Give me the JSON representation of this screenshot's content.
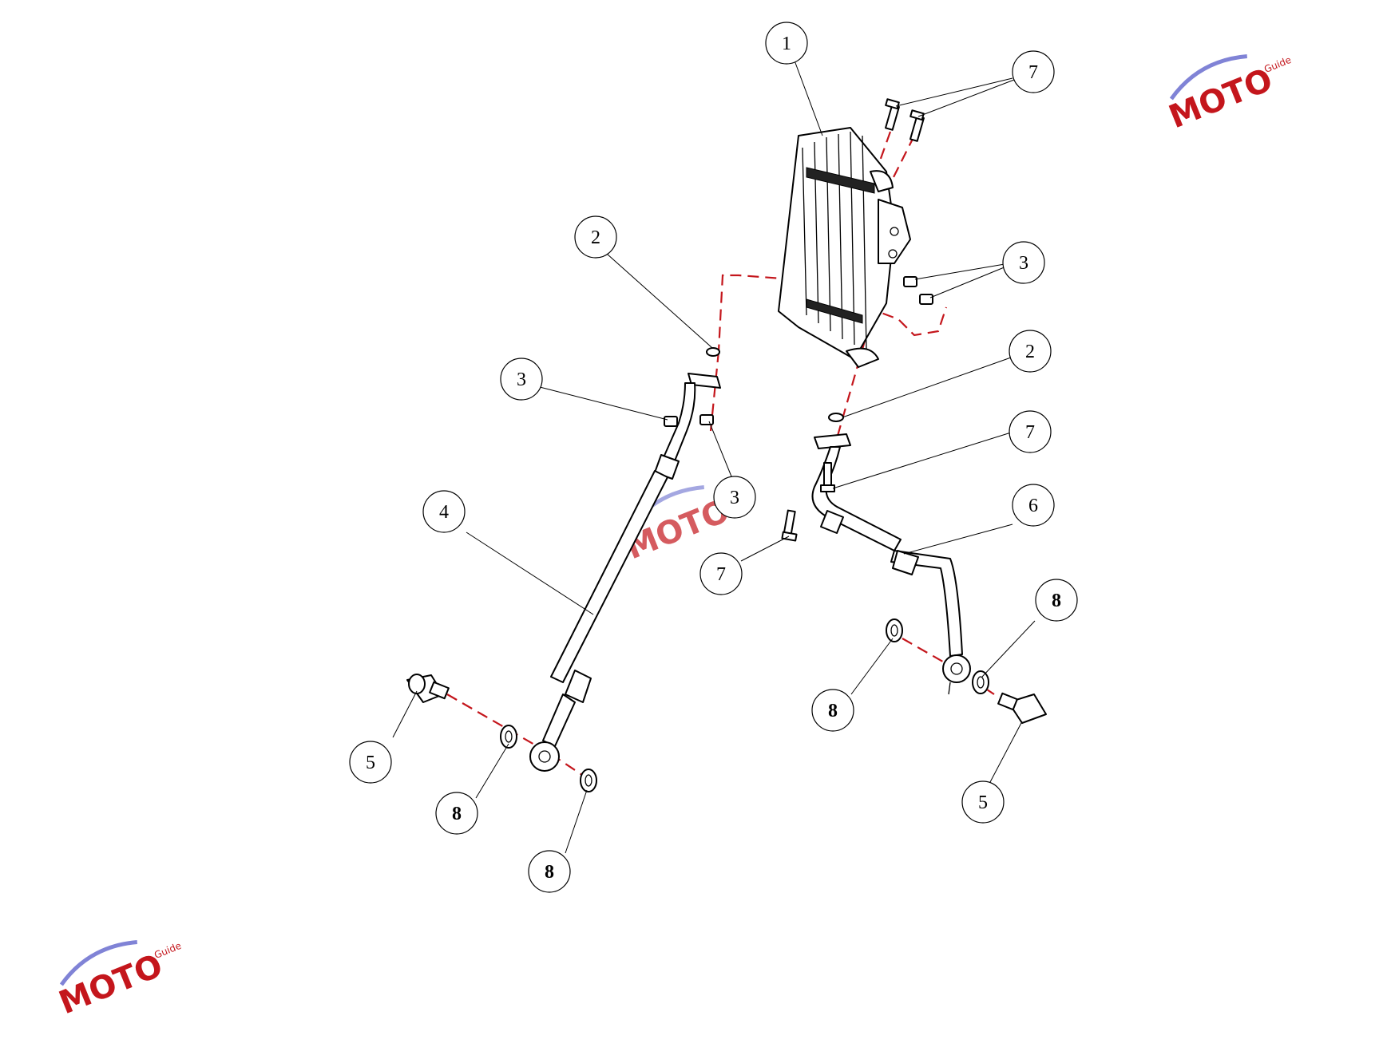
{
  "diagram": {
    "callouts": [
      {
        "id": "c1",
        "label": "1",
        "bold": false
      },
      {
        "id": "c2a",
        "label": "2",
        "bold": false
      },
      {
        "id": "c2b",
        "label": "2",
        "bold": false
      },
      {
        "id": "c3a",
        "label": "3",
        "bold": false
      },
      {
        "id": "c3b",
        "label": "3",
        "bold": false
      },
      {
        "id": "c3c",
        "label": "3",
        "bold": false
      },
      {
        "id": "c4",
        "label": "4",
        "bold": false
      },
      {
        "id": "c5a",
        "label": "5",
        "bold": false
      },
      {
        "id": "c5b",
        "label": "5",
        "bold": false
      },
      {
        "id": "c6",
        "label": "6",
        "bold": false
      },
      {
        "id": "c7a",
        "label": "7",
        "bold": false
      },
      {
        "id": "c7b",
        "label": "7",
        "bold": false
      },
      {
        "id": "c7c",
        "label": "7",
        "bold": false
      },
      {
        "id": "c8a",
        "label": "8",
        "bold": true
      },
      {
        "id": "c8b",
        "label": "8",
        "bold": true
      },
      {
        "id": "c8c",
        "label": "8",
        "bold": true
      },
      {
        "id": "c8d",
        "label": "8",
        "bold": true
      }
    ],
    "colors": {
      "line": "#000000",
      "dash": "#c4161c",
      "watermark_red": "#c4161c",
      "watermark_blue": "#4a4fc4"
    }
  },
  "watermark": {
    "brand": "MOTO",
    "tagline": "Guide"
  }
}
